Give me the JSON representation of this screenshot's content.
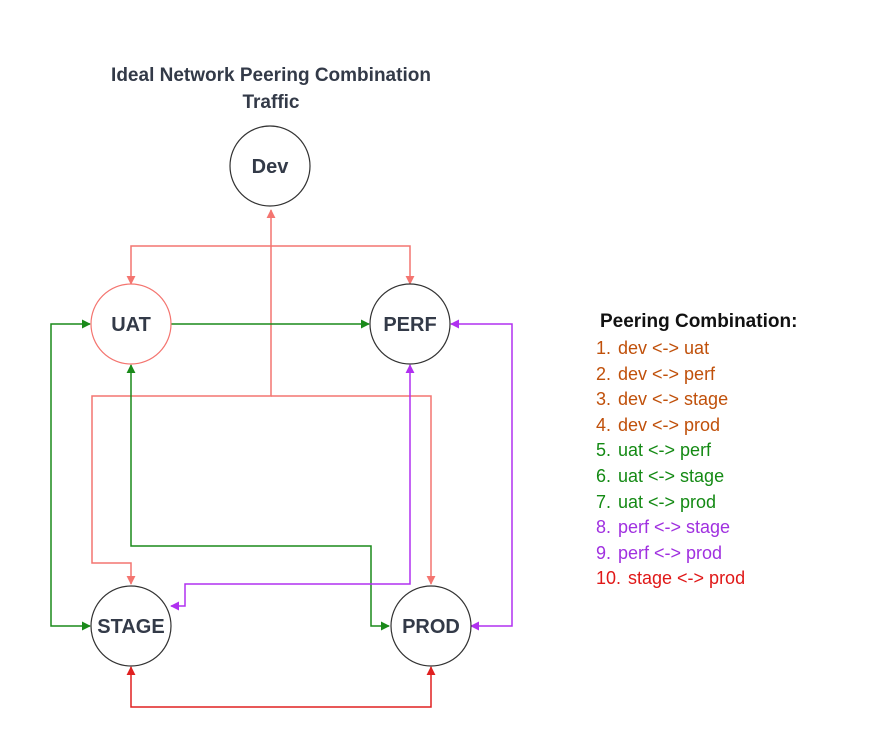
{
  "title": {
    "line1": "Ideal Network Peering  Combination",
    "line2": "Traffic"
  },
  "nodes": {
    "dev": "Dev",
    "uat": "UAT",
    "perf": "PERF",
    "stage": "STAGE",
    "prod": "PROD"
  },
  "colors": {
    "dev_links": "#f47570",
    "uat_links": "#1a8a1a",
    "perf_links": "#b030f0",
    "stage_prod_link": "#e02020",
    "legend_dev": "#c0500a",
    "legend_uat": "#148a14",
    "legend_perf": "#a030e0",
    "legend_stage": "#e01818",
    "node_border": "#333333",
    "uat_border": "#f47570"
  },
  "legend": {
    "heading": "Peering Combination:",
    "items": [
      {
        "num": "1.",
        "text": "dev <-> uat",
        "group": "dev"
      },
      {
        "num": "2.",
        "text": "dev <-> perf",
        "group": "dev"
      },
      {
        "num": "3.",
        "text": "dev <-> stage",
        "group": "dev"
      },
      {
        "num": "4.",
        "text": "dev <-> prod",
        "group": "dev"
      },
      {
        "num": "5.",
        "text": "uat <-> perf",
        "group": "uat"
      },
      {
        "num": "6.",
        "text": "uat <-> stage",
        "group": "uat"
      },
      {
        "num": "7.",
        "text": "uat <-> prod",
        "group": "uat"
      },
      {
        "num": "8.",
        "text": "perf <-> stage",
        "group": "perf"
      },
      {
        "num": "9.",
        "text": "perf <-> prod",
        "group": "perf"
      },
      {
        "num": "10.",
        "text": "stage <-> prod",
        "group": "stage"
      }
    ]
  }
}
